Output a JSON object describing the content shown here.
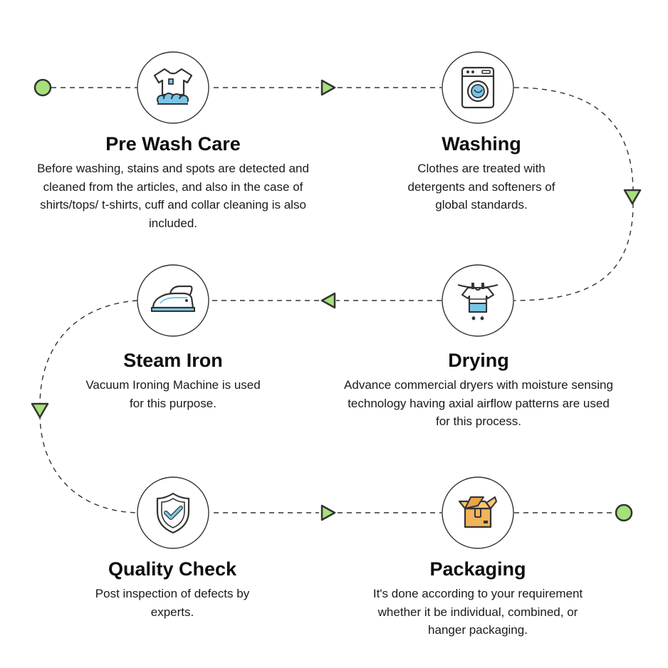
{
  "colors": {
    "accent": "#a6e07a",
    "line": "#333333",
    "icon_blue": "#79c6e8",
    "box_orange": "#f2b35a"
  },
  "steps": [
    {
      "title": "Pre Wash Care",
      "icon": "tshirt-bubbles-icon",
      "description": "Before washing, stains and spots are detected and cleaned from the articles, and also in the case of shirts/tops/ t-shirts, cuff and collar cleaning is also included."
    },
    {
      "title": "Washing",
      "icon": "washing-machine-icon",
      "description": "Clothes are treated with detergents and softeners of global standards."
    },
    {
      "title": "Drying",
      "icon": "clothesline-shirt-icon",
      "description": "Advance commercial dryers with moisture sensing technology having axial airflow patterns are used for this process."
    },
    {
      "title": "Steam Iron",
      "icon": "steam-iron-icon",
      "description": "Vacuum Ironing Machine is used for this purpose."
    },
    {
      "title": "Quality Check",
      "icon": "shield-check-icon",
      "description": "Post inspection of defects by experts."
    },
    {
      "title": "Packaging",
      "icon": "cardboard-box-icon",
      "description": "It's done according to your requirement whether it be individual, combined, or hanger packaging."
    }
  ]
}
